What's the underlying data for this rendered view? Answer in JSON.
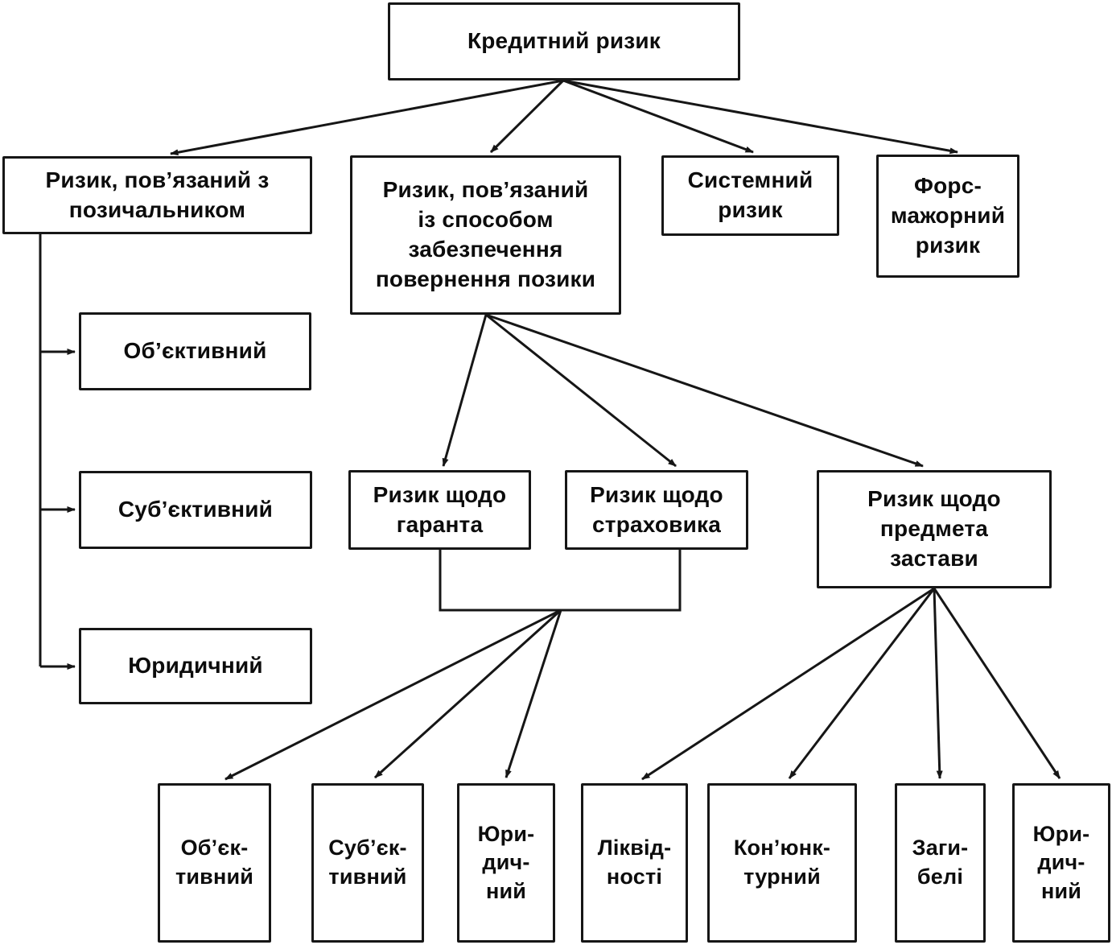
{
  "figure": {
    "type": "hierarchy-diagram",
    "language": "uk",
    "topic": "Кредитний ризик"
  },
  "colors": {
    "ink": "#161616",
    "paper": "#ffffff"
  },
  "nodes": {
    "credit": {
      "label": "Кредитний ризик"
    },
    "borrower": {
      "label": "Ризик, пов’язаний з\nпозичальником"
    },
    "collateral": {
      "label": "Ризик, пов’язаний\nіз способом\nзабезпечення\nповернення позики"
    },
    "systemic": {
      "label": "Системний\nризик"
    },
    "force_majeure": {
      "label": "Форс-\nмажорний\nризик"
    },
    "objective": {
      "label": "Об’єктивний"
    },
    "subjective": {
      "label": "Суб’єктивний"
    },
    "legal": {
      "label": "Юридичний"
    },
    "guarantor": {
      "label": "Ризик щодо\nгаранта"
    },
    "insurer": {
      "label": "Ризик щодо\nстраховика"
    },
    "pledge": {
      "label": "Ризик щодо\nпредмета\nзастави"
    },
    "objective2": {
      "label": "Об’єк-\nтивний"
    },
    "subjective2": {
      "label": "Суб’єк-\nтивний"
    },
    "legal2": {
      "label": "Юри-\nдич-\nний"
    },
    "liquidity": {
      "label": "Ліквід-\nності"
    },
    "conjuncture": {
      "label": "Кон’юнк-\nтурний"
    },
    "loss": {
      "label": "Заги-\nбелі"
    },
    "legal3": {
      "label": "Юри-\nдич-\nний"
    }
  },
  "edges": [
    {
      "from": "credit",
      "to": "borrower"
    },
    {
      "from": "credit",
      "to": "collateral"
    },
    {
      "from": "credit",
      "to": "systemic"
    },
    {
      "from": "credit",
      "to": "force_majeure"
    },
    {
      "from": "borrower",
      "to": "objective"
    },
    {
      "from": "borrower",
      "to": "subjective"
    },
    {
      "from": "borrower",
      "to": "legal"
    },
    {
      "from": "collateral",
      "to": "guarantor"
    },
    {
      "from": "collateral",
      "to": "insurer"
    },
    {
      "from": "collateral",
      "to": "pledge"
    },
    {
      "from": "guarantor+insurer",
      "to": "objective2"
    },
    {
      "from": "guarantor+insurer",
      "to": "subjective2"
    },
    {
      "from": "guarantor+insurer",
      "to": "legal2"
    },
    {
      "from": "pledge",
      "to": "liquidity"
    },
    {
      "from": "pledge",
      "to": "conjuncture"
    },
    {
      "from": "pledge",
      "to": "loss"
    },
    {
      "from": "pledge",
      "to": "legal3"
    }
  ]
}
